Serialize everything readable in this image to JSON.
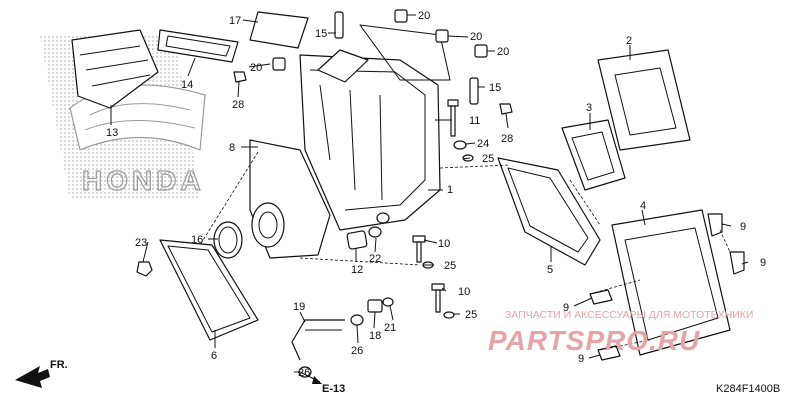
{
  "diagram": {
    "code": "K284F1400B",
    "section_ref": "E-13",
    "direction_label": "FR.",
    "brand_mark": "HONDA",
    "watermark": {
      "top": "ЗАПЧАСТИ И АКСЕССУАРЫ ДЛЯ МОТОТЕХНИКИ",
      "bottom": "PARTSPRO.RU"
    },
    "callouts": {
      "c1": "1",
      "c2": "2",
      "c3": "3",
      "c4": "4",
      "c5": "5",
      "c6": "6",
      "c8": "8",
      "c9a": "9",
      "c9b": "9",
      "c9c": "9",
      "c9d": "9",
      "c10a": "10",
      "c10b": "10",
      "c11": "11",
      "c12": "12",
      "c13": "13",
      "c14": "14",
      "c15a": "15",
      "c15b": "15",
      "c16": "16",
      "c17": "17",
      "c18": "18",
      "c19": "19",
      "c20a": "20",
      "c20b": "20",
      "c20c": "20",
      "c20d": "20",
      "c21": "21",
      "c22": "22",
      "c23": "23",
      "c24": "24",
      "c25a": "25",
      "c25b": "25",
      "c25c": "25",
      "c26a": "26",
      "c26b": "26",
      "c28a": "28",
      "c28b": "28"
    }
  }
}
